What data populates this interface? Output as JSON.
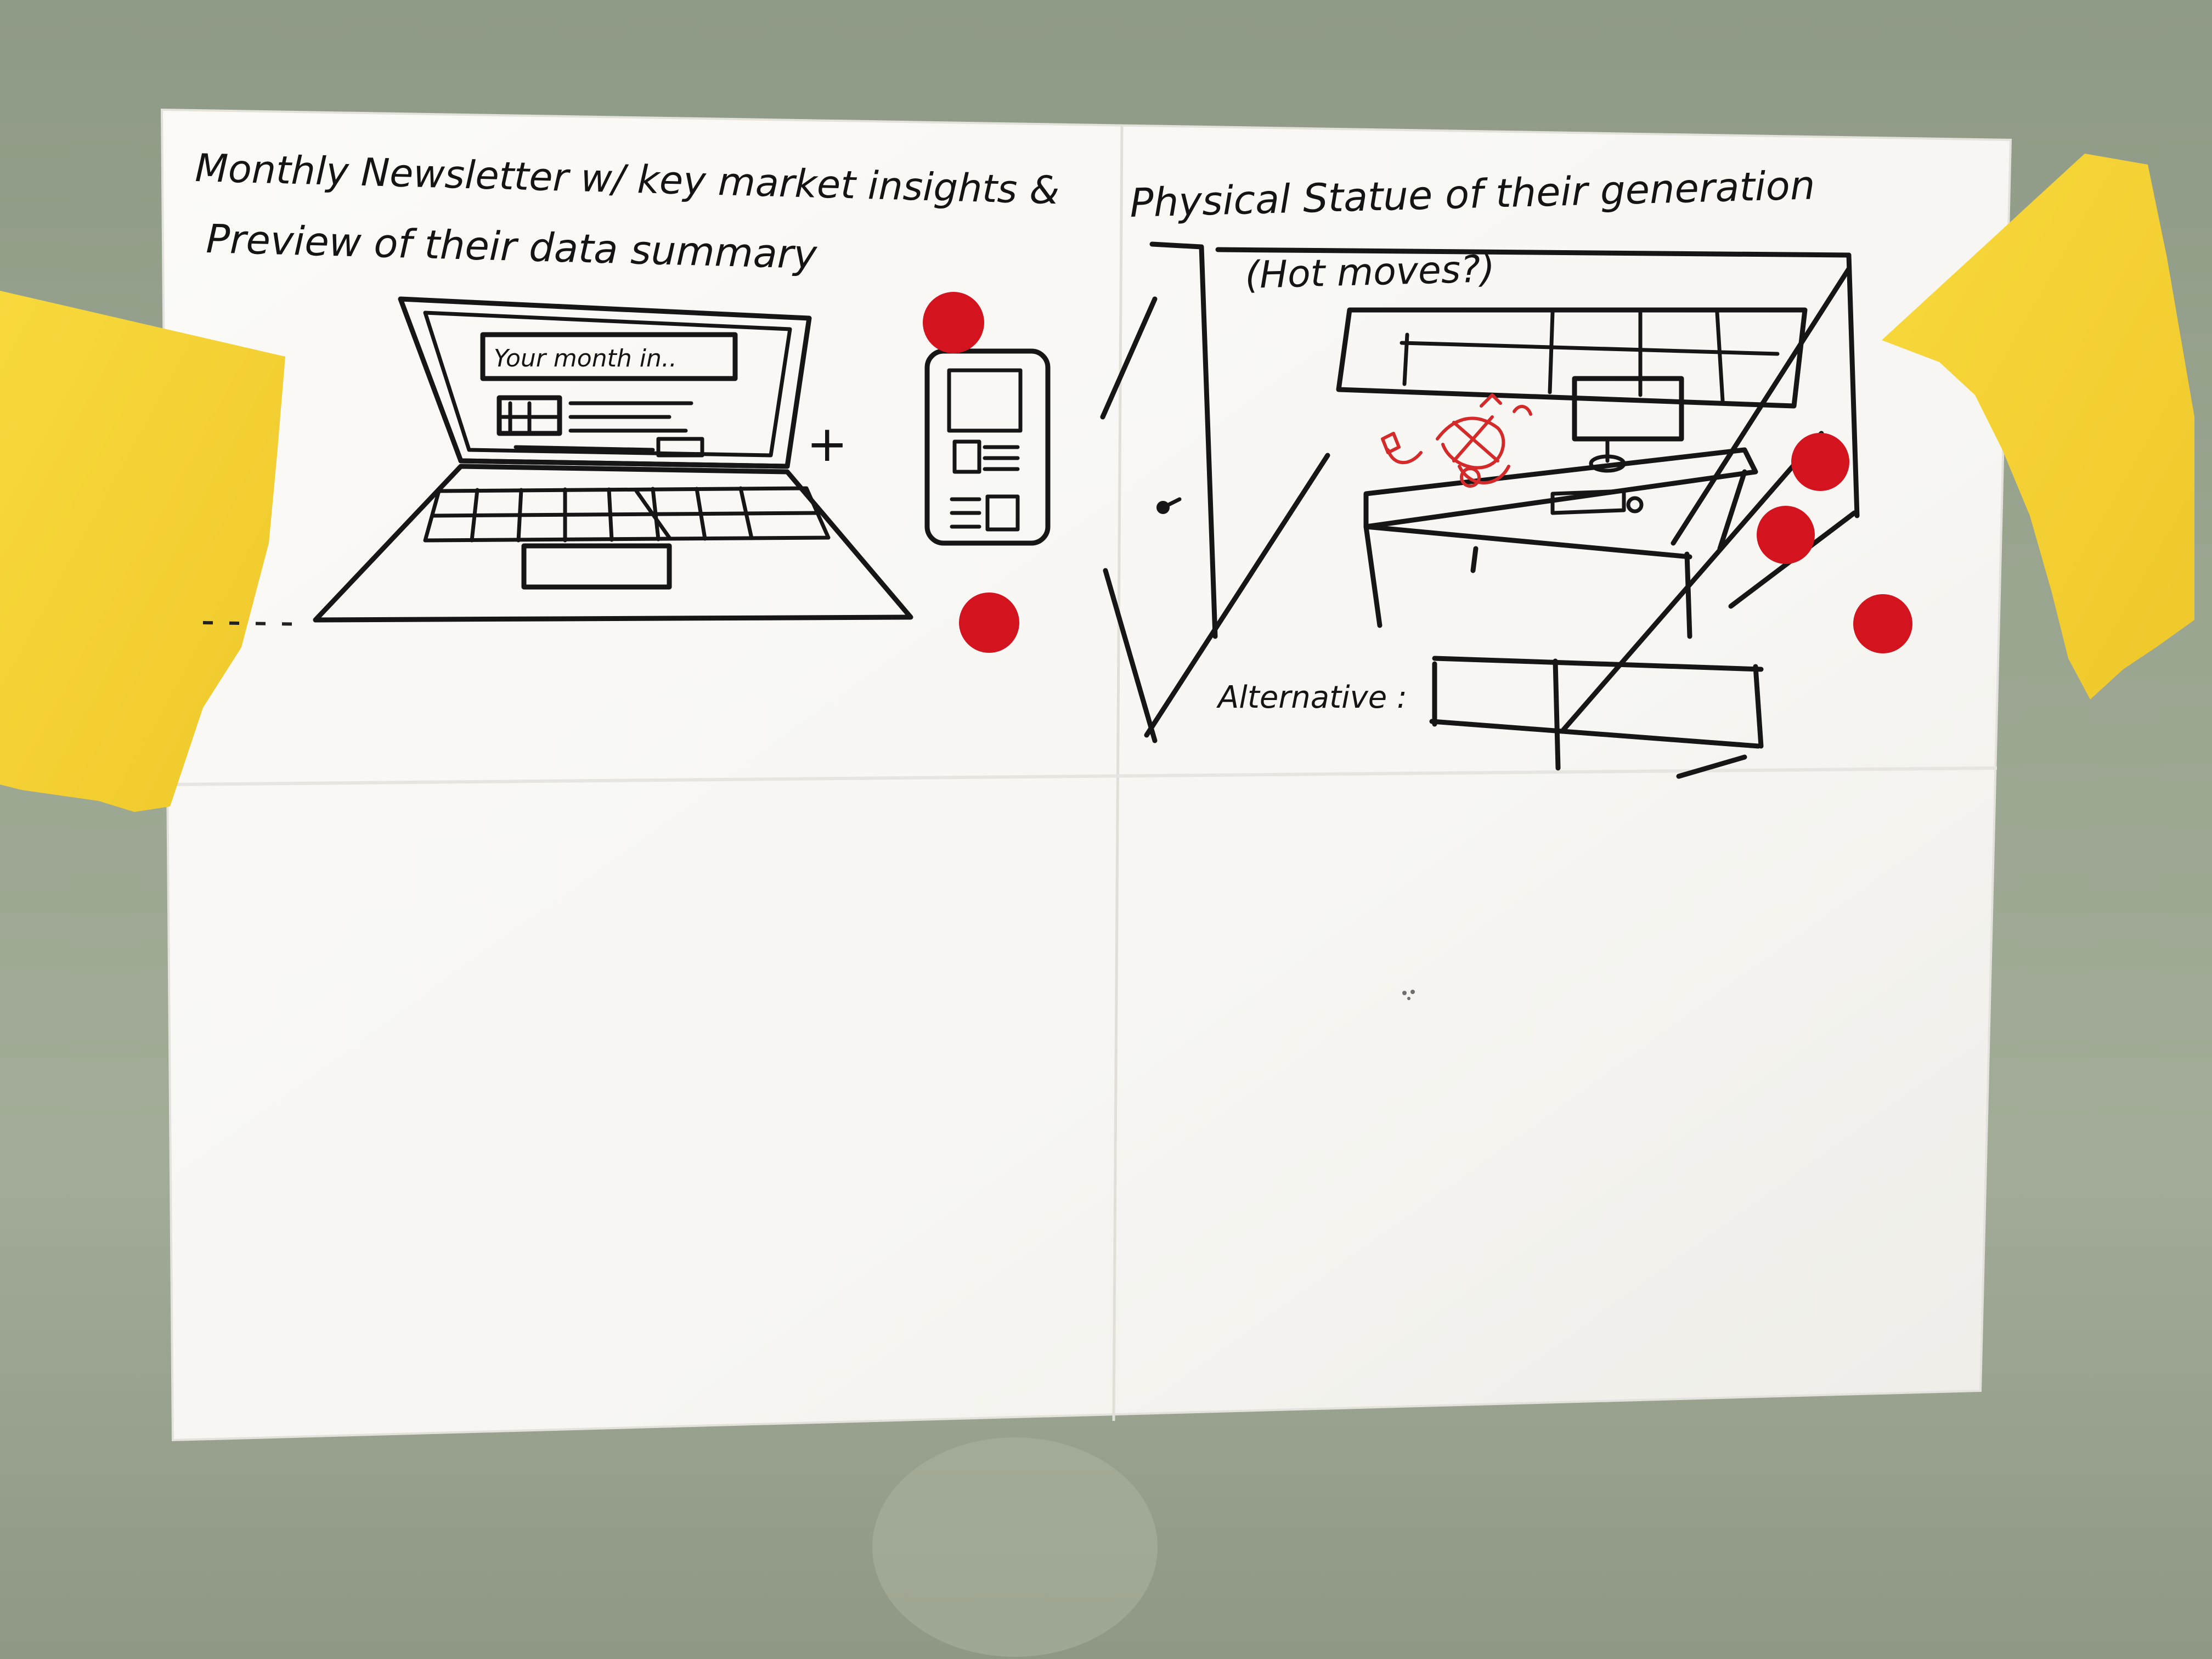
{
  "sketch_left": {
    "title_line1": "Monthly Newsletter w/ key market insights &",
    "title_line2": "Preview of their data summary",
    "screen_banner": "Your month in..",
    "plus_sign": "+"
  },
  "sketch_right": {
    "title": "Physical Statue of their generation",
    "subtitle": "(Hot moves?)",
    "alternative_label": "Alternative :"
  },
  "colors": {
    "paper": "#faf9f5",
    "ink": "#161616",
    "sticker_red": "#d3141f",
    "sticky_note_yellow": "#f6d232",
    "wall": "#9aa590"
  }
}
